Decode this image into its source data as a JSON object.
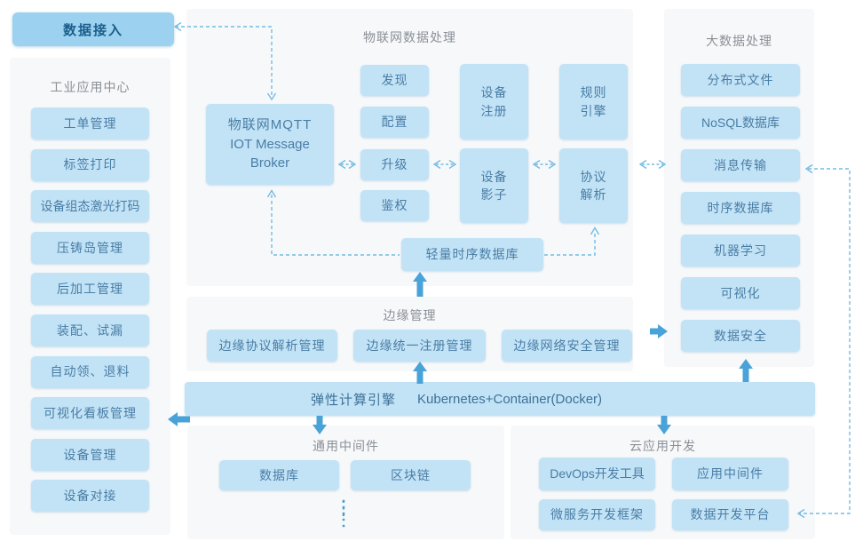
{
  "colors": {
    "box_fill": "#c2e3f6",
    "accent_button_fill": "#9cd2ef",
    "panel_bg": "#f7f8f9",
    "box_text": "#497da5",
    "panel_title_text": "#8a9097",
    "solid_arrow": "#4aa3d8",
    "dashed_line": "#74bce4",
    "button_text": "#1b5d8c"
  },
  "data_access": {
    "label": "数据接入"
  },
  "industrial": {
    "title": "工业应用中心",
    "items": [
      "工单管理",
      "标签打印",
      "设备组态激光打码",
      "压铸岛管理",
      "后加工管理",
      "装配、试漏",
      "自动领、退料",
      "可视化看板管理",
      "设备管理",
      "设备对接"
    ]
  },
  "iot": {
    "title": "物联网数据处理",
    "broker_line1": "物联网MQTT",
    "broker_line2": "IOT Message Broker",
    "functions": [
      "发现",
      "配置",
      "升级",
      "鉴权"
    ],
    "device_column": [
      "设备注册",
      "设备影子"
    ],
    "rule_column": [
      "规则引擎",
      "协议解析"
    ],
    "tsdb": "轻量时序数据库"
  },
  "edge": {
    "title": "边缘管理",
    "items": [
      "边缘协议解析管理",
      "边缘统一注册管理",
      "边缘网络安全管理"
    ]
  },
  "elastic": {
    "name": "弹性计算引擎",
    "tech": "Kubernetes+Container(Docker)"
  },
  "bigdata": {
    "title": "大数据处理",
    "items": [
      "分布式文件",
      "NoSQL数据库",
      "消息传输",
      "时序数据库",
      "机器学习",
      "可视化",
      "数据安全"
    ]
  },
  "middleware": {
    "title": "通用中间件",
    "items": [
      "数据库",
      "区块链"
    ],
    "more": "⋮"
  },
  "cloud": {
    "title": "云应用开发",
    "items": [
      "DevOps开发工具",
      "应用中间件",
      "微服务开发框架",
      "数据开发平台"
    ]
  }
}
